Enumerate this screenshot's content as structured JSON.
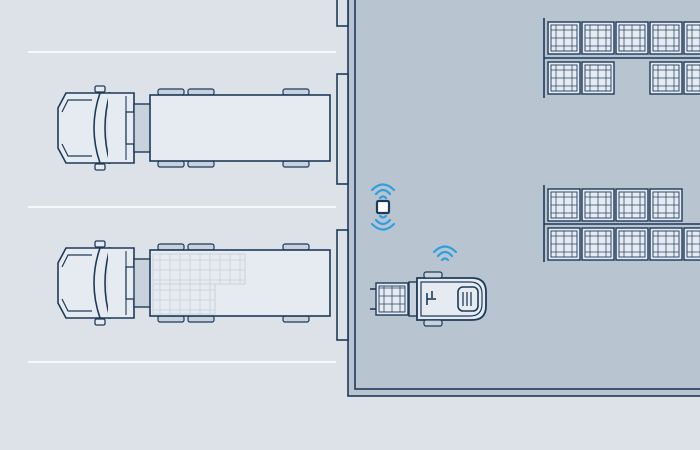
{
  "colors": {
    "ground": "#dde2e8",
    "lane_line": "#ffffff",
    "warehouse_floor": "#b8c4cf",
    "outline": "#1e3a5a",
    "vehicle_fill": "#e6ebf1",
    "pallet_fill": "#dfe5ec",
    "signal_accent": "#2f9fe0"
  },
  "icons": {
    "truck": "truck-icon",
    "forklift": "forklift-icon",
    "tracking_beacon": "tracking-beacon-icon",
    "wireless_signal": "wireless-signal-icon",
    "pallet": "pallet-icon",
    "storage_rack": "storage-rack-icon"
  },
  "scene": {
    "docked_trucks": 2,
    "trucks_loaded": [
      "empty",
      "partially-loaded"
    ],
    "forklift_carrying_pallet": true,
    "rack_rows": 4
  }
}
